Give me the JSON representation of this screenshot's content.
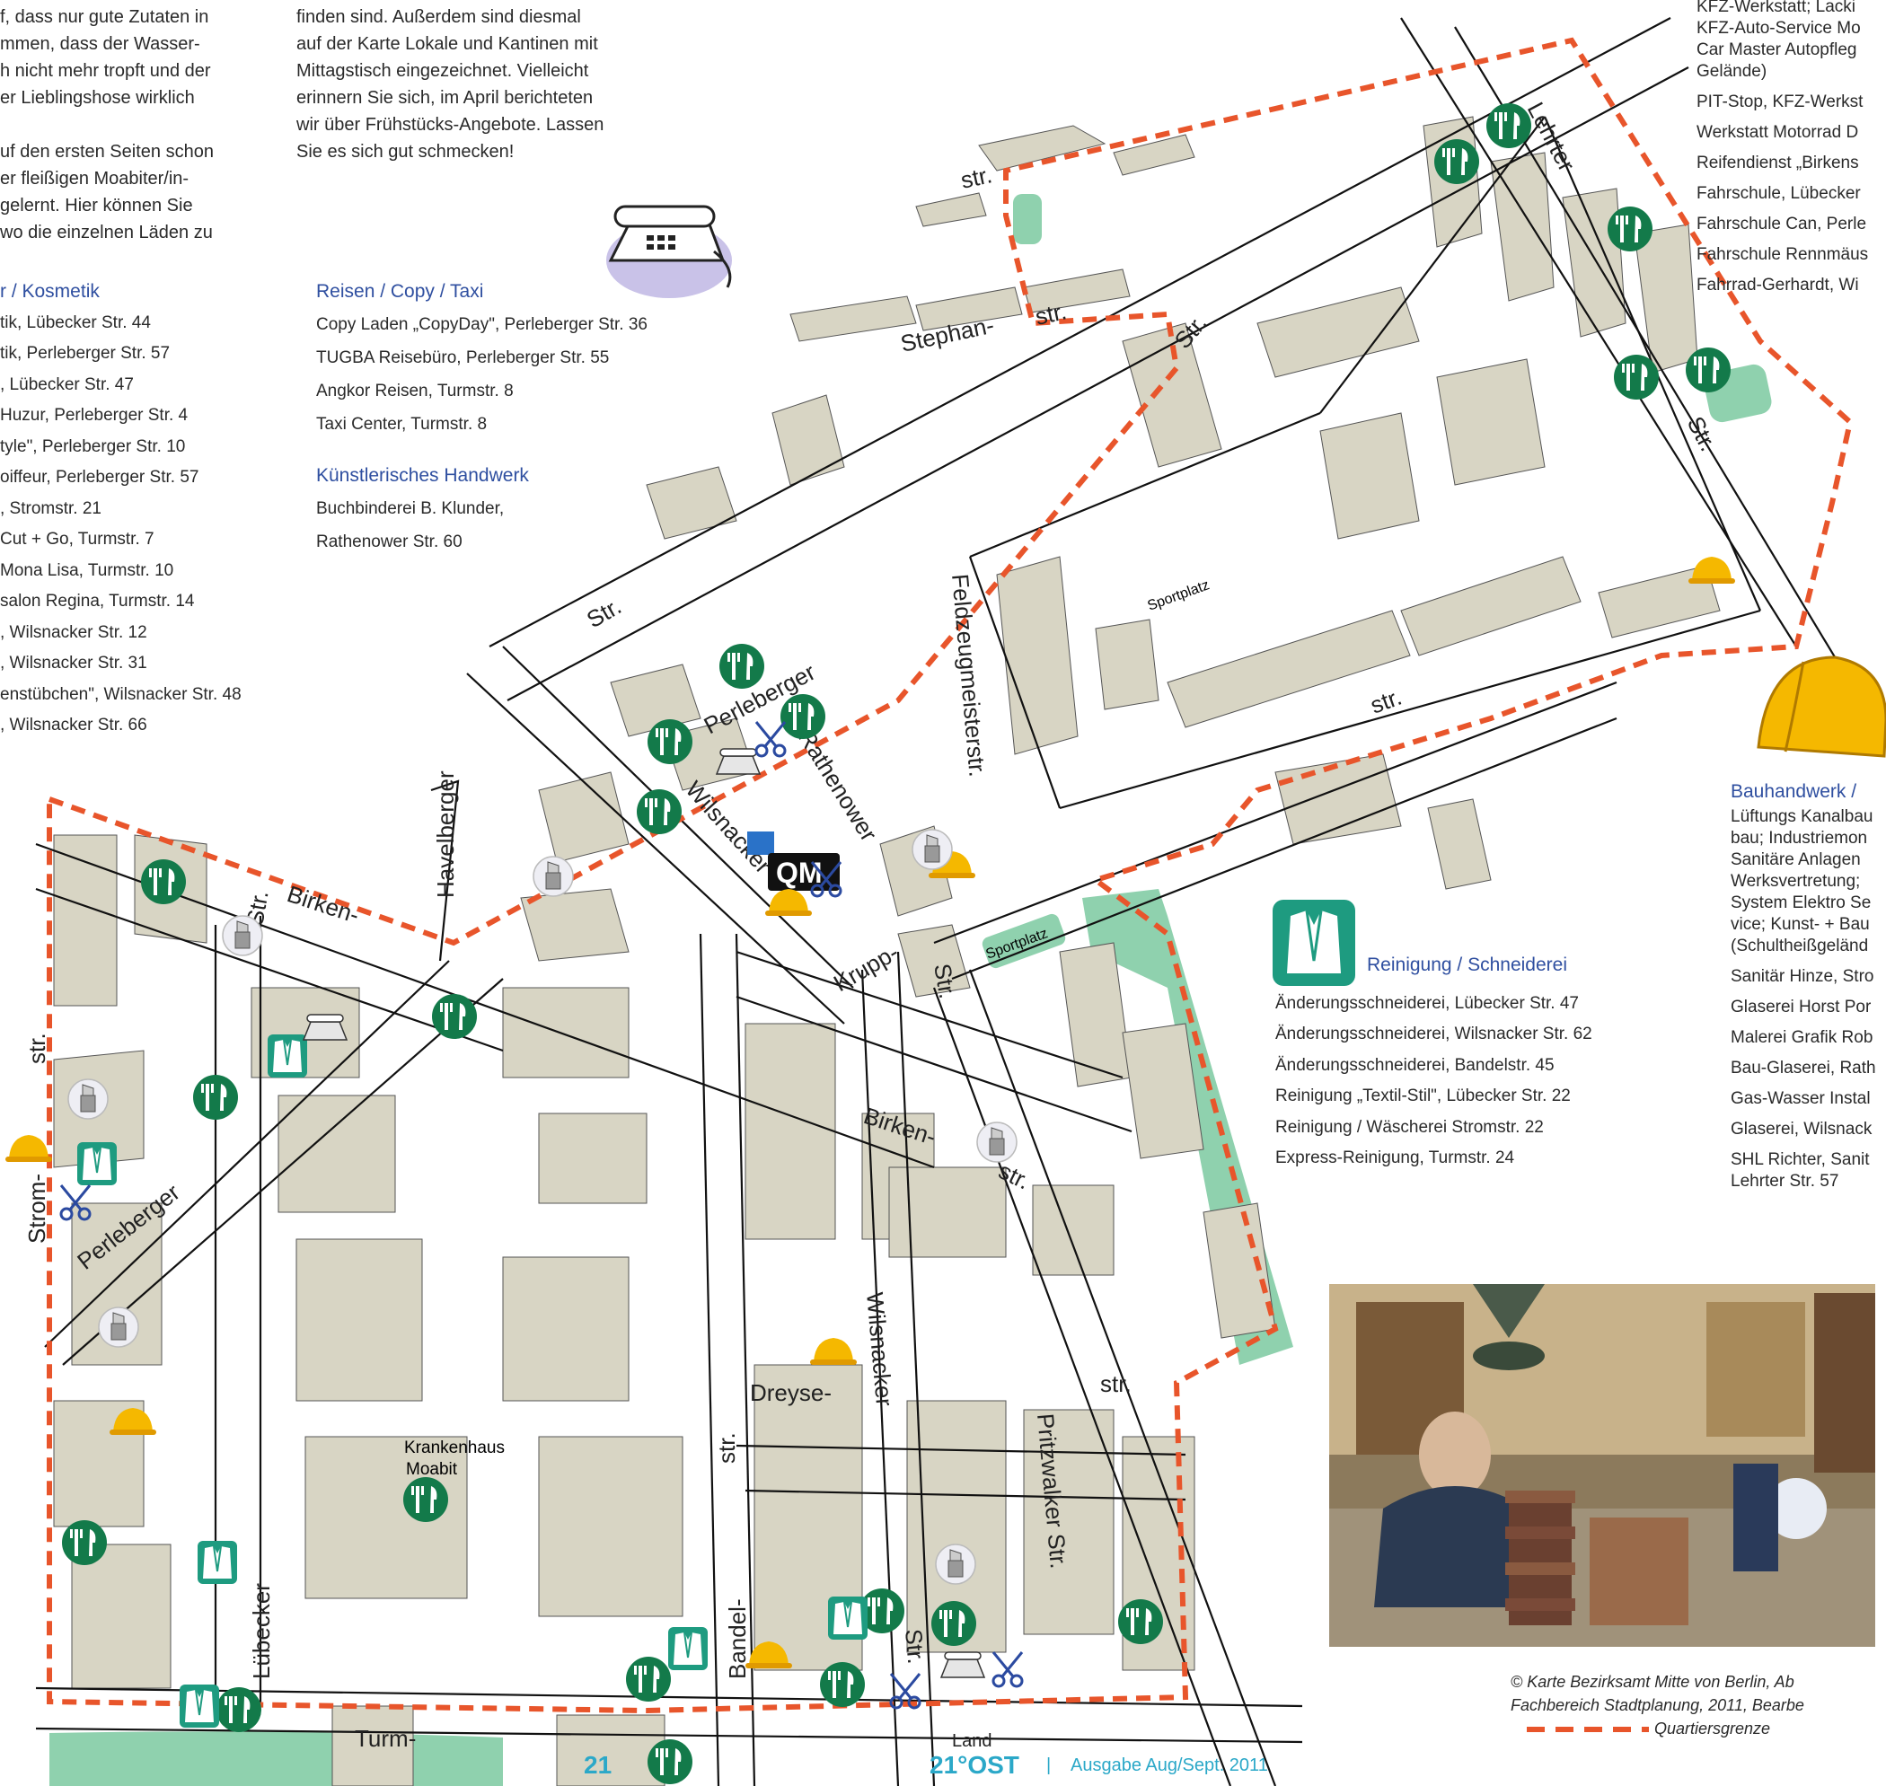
{
  "intro": {
    "col1": [
      "f, dass nur gute Zutaten in",
      "mmen, dass der Wasser-",
      "h nicht mehr tropft und der",
      "er Lieblingshose wirklich",
      "",
      "uf den ersten Seiten schon",
      "er fleißigen Moabiter/in-",
      " gelernt. Hier können Sie",
      "wo die einzelnen Läden zu"
    ],
    "col2": [
      "finden sind. Außerdem sind diesmal",
      "auf der Karte Lokale und Kantinen mit",
      "Mittagstisch eingezeichnet. Vielleicht",
      "erinnern Sie sich, im April berichteten",
      "wir über Frühstücks-Angebote. Lassen",
      "Sie es sich gut schmecken!"
    ]
  },
  "kosmetik": {
    "heading": "r / Kosmetik",
    "items": [
      "tik, Lübecker Str. 44",
      "tik, Perleberger Str. 57",
      ", Lübecker Str. 47",
      " Huzur, Perleberger Str. 4",
      "tyle\", Perleberger Str. 10",
      "oiffeur, Perleberger Str. 57",
      ", Stromstr. 21",
      " Cut + Go, Turmstr.  7",
      "Mona Lisa, Turmstr. 10",
      "salon Regina, Turmstr. 14",
      ", Wilsnacker Str. 12",
      ", Wilsnacker Str. 31",
      "enstübchen\", Wilsnacker Str. 48",
      ", Wilsnacker Str. 66"
    ]
  },
  "reisen": {
    "heading": "Reisen / Copy / Taxi",
    "items": [
      "Copy Laden „CopyDay\", Perleberger Str. 36",
      "TUGBA Reisebüro, Perleberger Str. 55",
      "Angkor Reisen, Turmstr. 8",
      "Taxi Center, Turmstr. 8"
    ]
  },
  "handwerk": {
    "heading": "Künstlerisches Handwerk",
    "items": [
      "Buchbinderei B. Klunder,",
      "Rathenower Str. 60"
    ]
  },
  "kfz": {
    "items": [
      "KFZ-Werkstatt; Lacki",
      "KFZ-Auto-Service Mo",
      "Car Master Autopfleg",
      "Gelände)",
      "PIT-Stop, KFZ-Werkst",
      "Werkstatt Motorrad D",
      "Reifendienst „Birkens",
      "Fahrschule, Lübecker",
      "Fahrschule Can, Perle",
      "Fahrschule Rennmäus",
      "Fahrrad-Gerhardt, Wi"
    ]
  },
  "reinigung": {
    "heading": "Reinigung / Schneiderei",
    "items": [
      "Änderungsschneiderei, Lübecker Str. 47",
      "Änderungsschneiderei, Wilsnacker Str. 62",
      "Änderungsschneiderei, Bandelstr. 45",
      "Reinigung „Textil-Stil\", Lübecker Str. 22",
      "Reinigung / Wäscherei Stromstr. 22",
      "Express-Reinigung, Turmstr. 24"
    ]
  },
  "bau": {
    "heading": "Bauhandwerk /",
    "items": [
      "Lüftungs Kanalbau",
      "bau; Industriemon",
      "Sanitäre Anlagen",
      "Werksvertretung;",
      "System Elektro Se",
      "vice; Kunst- + Bau",
      "(Schultheißgeländ",
      "Sanitär Hinze, Stro",
      "Glaserei Horst Por",
      "Malerei Grafik Rob",
      "Bau-Glaserei, Rath",
      "Gas-Wasser Instal",
      "Glaserei, Wilsnack",
      "SHL Richter, Sanit",
      "Lehrter Str. 57"
    ]
  },
  "map": {
    "streets": {
      "stephan": "Stephan-",
      "stephan_str": "str.",
      "str_top": "str.",
      "perleberger": "Perleberger",
      "perleberger2": "Perleberger",
      "rathenower": "Rathenower",
      "wilsnacker": "Wilsnacker",
      "wilsnacker2": "Wilsnacker",
      "feldzeug": "Feldzeugmeisterstr.",
      "birken": "Birken-",
      "birken2": "Birken-",
      "birken_str": "str.",
      "havelberger": "Havelberger",
      "krupp": "Krupp-",
      "krupp_str": "Str.",
      "lehrter": "Lehrter",
      "lehrter_str": "Str.",
      "str_nordwest": "Str.",
      "str_sportplatz": "str.",
      "dreyse": "Dreyse-",
      "dreyse_str": "str.",
      "bandel": "Bandel-",
      "bandel_str": "str.",
      "pritzwalker": "Pritzwalker Str.",
      "luebecker": "Lübecker",
      "strom": "Strom-",
      "str_left": "str.",
      "str_birken_left": "Str.",
      "turm": "Turm-",
      "wilsnacker_str": "Str.",
      "land": "Land",
      "str_upper_left": "Str."
    },
    "places": {
      "sportplatz1": "Sportplatz",
      "sportplatz2": "Sportplatz",
      "krankenhaus": "Krankenhaus",
      "moabit": "Moabit",
      "qm": "QM"
    }
  },
  "caption": {
    "line1": "© Karte Bezirksamt Mitte von Berlin, Ab",
    "line2": "Fachbereich Stadtplanung, 2011, Bearbe",
    "legend": "Quartiersgrenze"
  },
  "footer": {
    "brand": "21°OST",
    "separator": "|",
    "issue": "Ausgabe Aug/Sept. 2011",
    "page_fragment": "21"
  },
  "colors": {
    "heading": "#2f4fa0",
    "border": "#e8552b",
    "restaurant": "#137a4a",
    "cleaning": "#1e9b80",
    "building": "#d8d5c4",
    "green_space": "#8fd1ae",
    "footer_brand": "#2ba8c8"
  },
  "icons": [
    "restaurant-icon",
    "cleaning-icon",
    "hardhat-icon",
    "telephone-icon",
    "scissors-icon",
    "lipstick-icon"
  ]
}
